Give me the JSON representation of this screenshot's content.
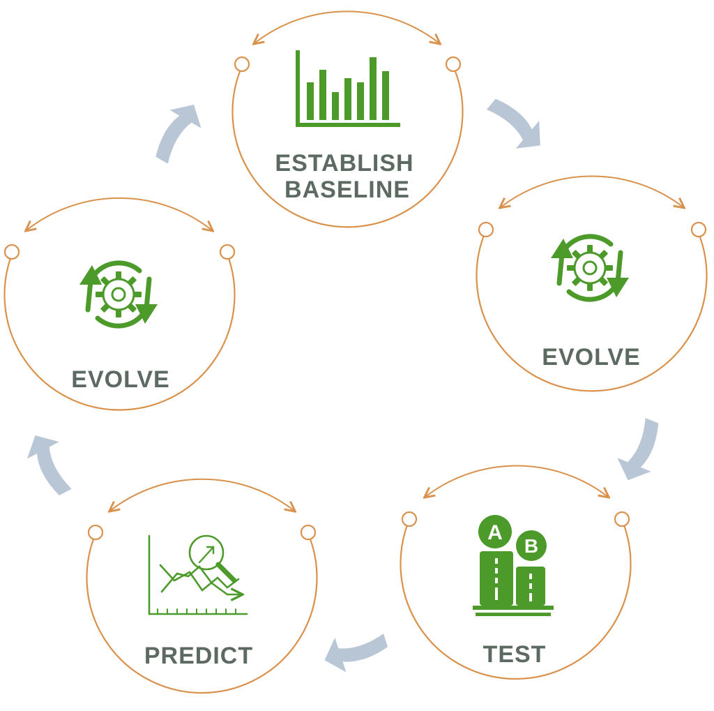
{
  "colors": {
    "circle_stroke": "#d9914b",
    "icon_green": "#4c9a2a",
    "label_gray": "#5c6a61",
    "flow_arrow": "#b8c6d6",
    "background": "#ffffff"
  },
  "stages": [
    {
      "id": "establish-baseline",
      "label_lines": [
        "ESTABLISH",
        "BASELINE"
      ],
      "icon": "bar-chart-icon"
    },
    {
      "id": "evolve-right",
      "label_lines": [
        "EVOLVE"
      ],
      "icon": "gear-cycle-icon"
    },
    {
      "id": "test",
      "label_lines": [
        "TEST"
      ],
      "icon": "ab-test-icon",
      "icon_text": [
        "A",
        "B"
      ]
    },
    {
      "id": "predict",
      "label_lines": [
        "PREDICT"
      ],
      "icon": "trend-magnifier-icon"
    },
    {
      "id": "evolve-left",
      "label_lines": [
        "EVOLVE"
      ],
      "icon": "gear-cycle-icon"
    }
  ]
}
